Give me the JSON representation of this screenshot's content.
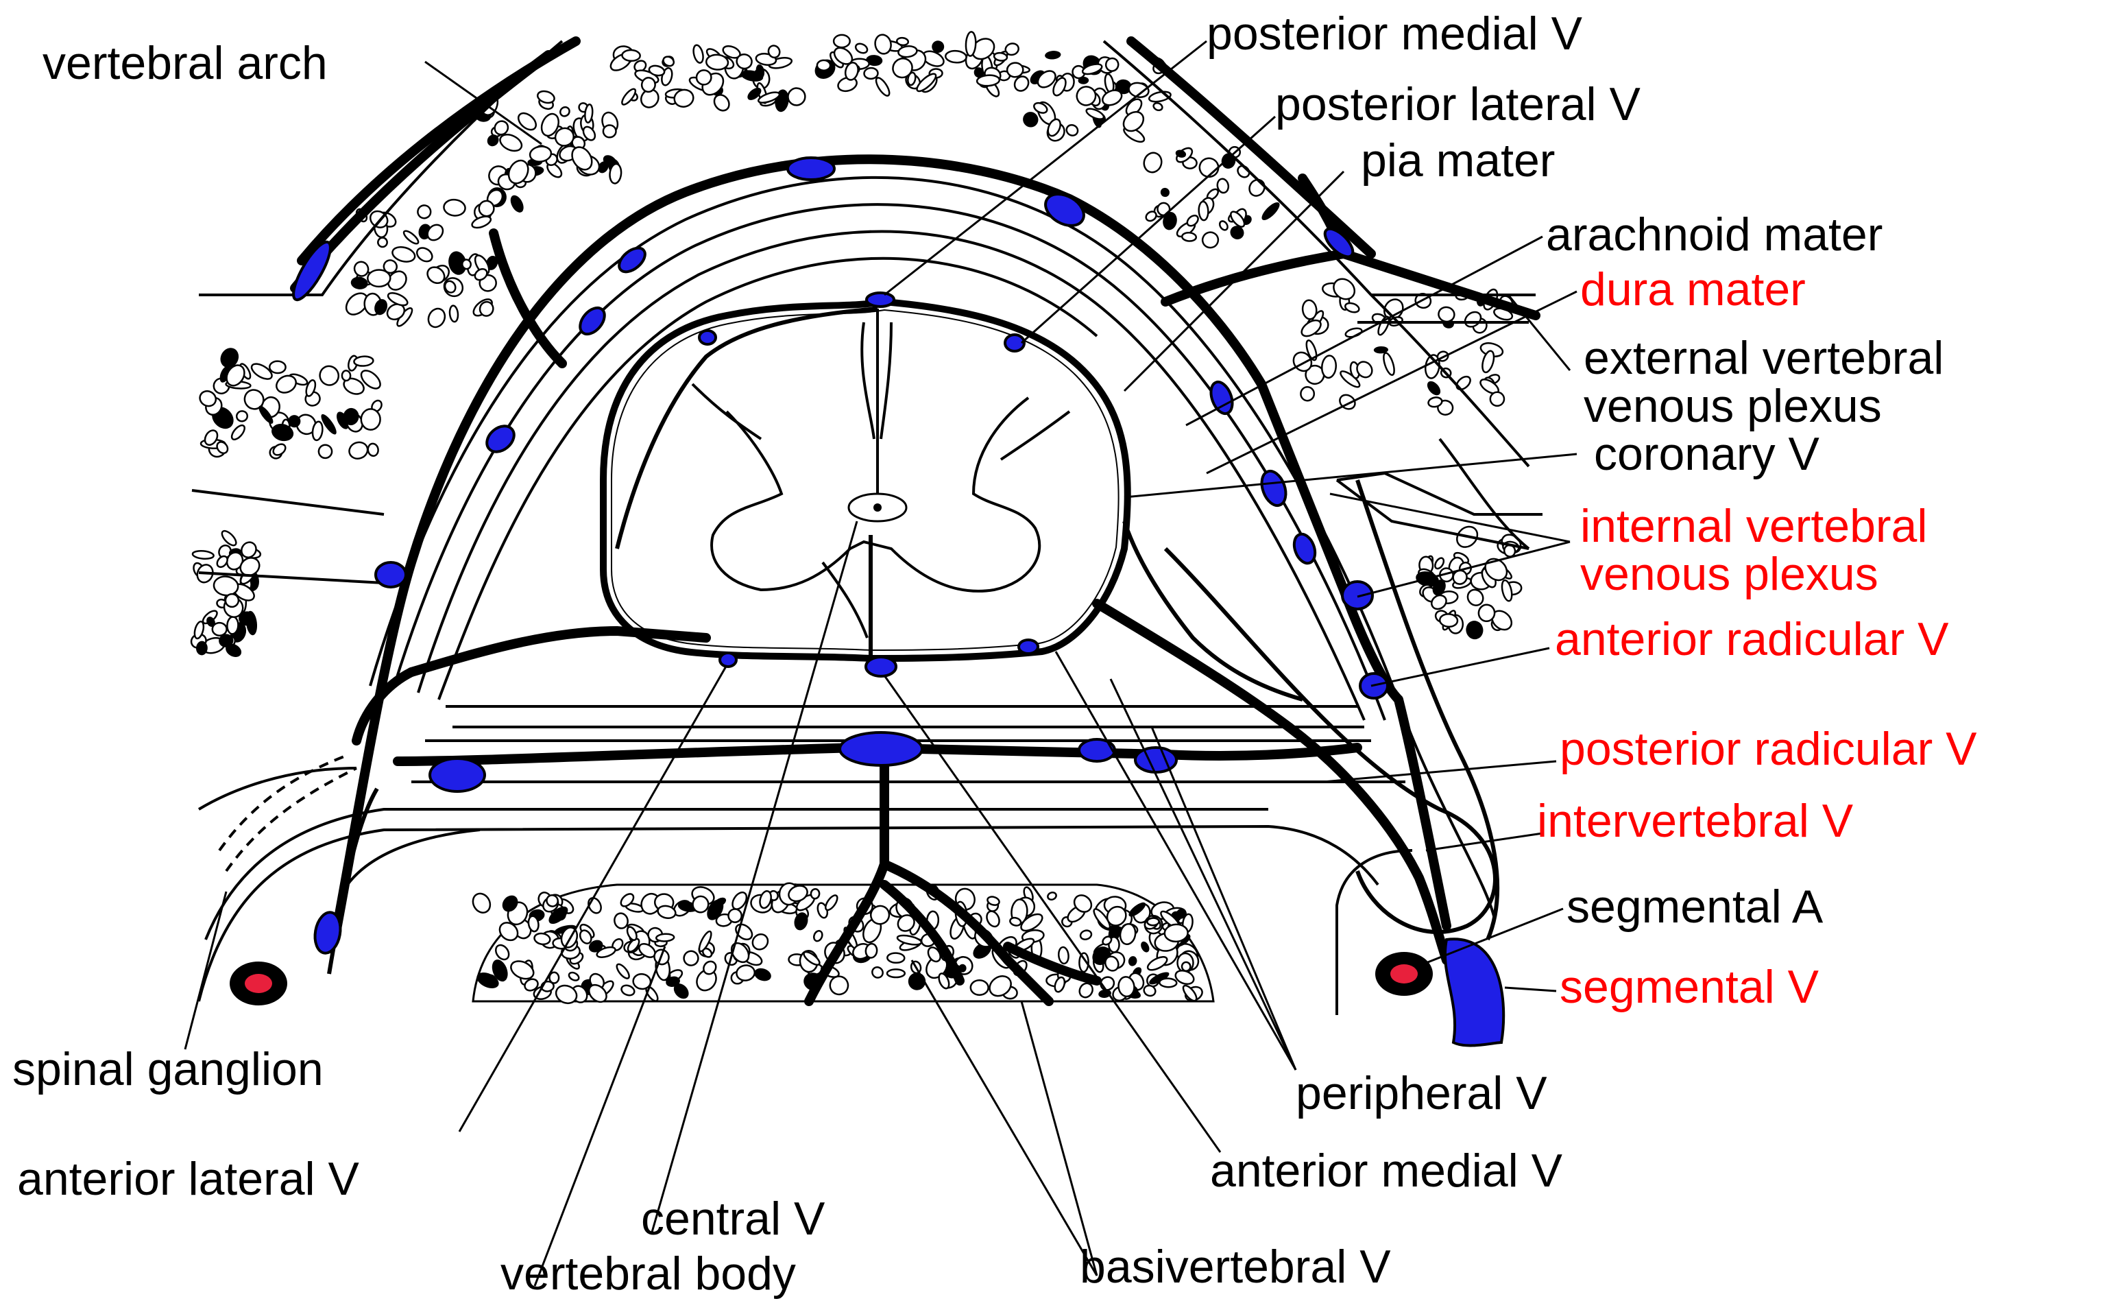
{
  "colors": {
    "vein": "#1f1fe6",
    "artery": "#e8203c",
    "label_black": "#000000",
    "label_red": "#ff0000"
  },
  "labels": {
    "vertebral_arch": "vertebral arch",
    "posterior_medial_v": "posterior medial V",
    "posterior_lateral_v": "posterior lateral V",
    "pia_mater": "pia mater",
    "arachnoid_mater": "arachnoid mater",
    "dura_mater": "dura mater",
    "external_vertebral_venous_plexus_1": "external vertebral",
    "external_vertebral_venous_plexus_2": "venous plexus",
    "coronary_v": "coronary V",
    "internal_vertebral_venous_plexus_1": "internal vertebral",
    "internal_vertebral_venous_plexus_2": "venous plexus",
    "anterior_radicular_v": "anterior radicular V",
    "posterior_radicular_v": "posterior radicular V",
    "intervertebral_v": "intervertebral V",
    "segmental_a": "segmental A",
    "segmental_v": "segmental V",
    "peripheral_v": "peripheral V",
    "anterior_medial_v": "anterior medial V",
    "basivertebral_v": "basivertebral V",
    "central_v": "central V",
    "vertebral_body": "vertebral body",
    "anterior_lateral_v": "anterior lateral V",
    "spinal_ganglion": "spinal ganglion"
  }
}
